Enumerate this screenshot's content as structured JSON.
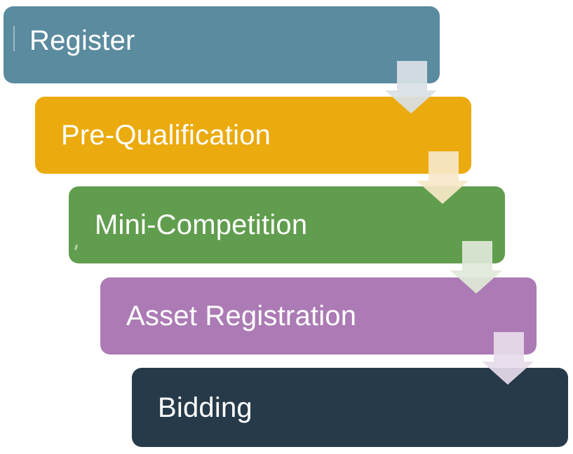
{
  "diagram": {
    "type": "process-flow-cascade",
    "background_color": "#ffffff",
    "text_color": "#ffffff",
    "connector_icon": "down-arrow-icon",
    "steps": [
      {
        "label": "Register",
        "color": "#5b8b9f",
        "arrow_color": "#d9e1e6"
      },
      {
        "label": "Pre-Qualification",
        "color": "#ebaa0d",
        "arrow_color": "#f7e8c8"
      },
      {
        "label": "Mini-Competition",
        "color": "#619d4e",
        "arrow_color": "#dfe9d9"
      },
      {
        "label": "Asset Registration",
        "color": "#ac7bb5",
        "arrow_color": "#e7dcea"
      },
      {
        "label": "Bidding",
        "color": "#273a4a",
        "arrow_color": null
      }
    ]
  }
}
